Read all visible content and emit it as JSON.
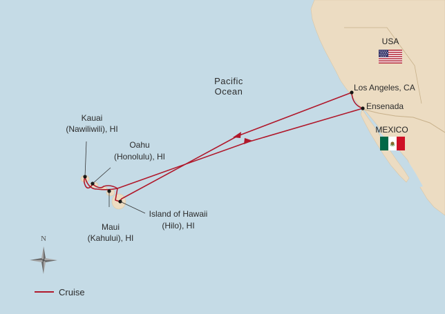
{
  "colors": {
    "ocean": "#c5dbe6",
    "land": "#ecdcc2",
    "land_edge": "#d8c6a6",
    "border": "#c7b08a",
    "route": "#b0182b",
    "port_dot": "#151515"
  },
  "map": {
    "ocean_label_line1": "Pacific",
    "ocean_label_line2": "Ocean",
    "countries": {
      "usa": "USA",
      "mexico": "MEXICO"
    },
    "ports": {
      "los_angeles": "Los Angeles, CA",
      "ensenada": "Ensenada",
      "kauai_line1": "Kauai",
      "kauai_line2": "(Nawiliwili), HI",
      "oahu_line1": "Oahu",
      "oahu_line2": "(Honolulu), HI",
      "maui_line1": "Maui",
      "maui_line2": "(Kahului), HI",
      "hawaii_line1": "Island of Hawaii",
      "hawaii_line2": "(Hilo), HI"
    },
    "compass_letter": "N",
    "legend_label": "Cruise",
    "icons": [
      "us-flag-icon",
      "mexico-flag-icon",
      "compass-rose-icon",
      "direction-arrow-icon"
    ]
  }
}
